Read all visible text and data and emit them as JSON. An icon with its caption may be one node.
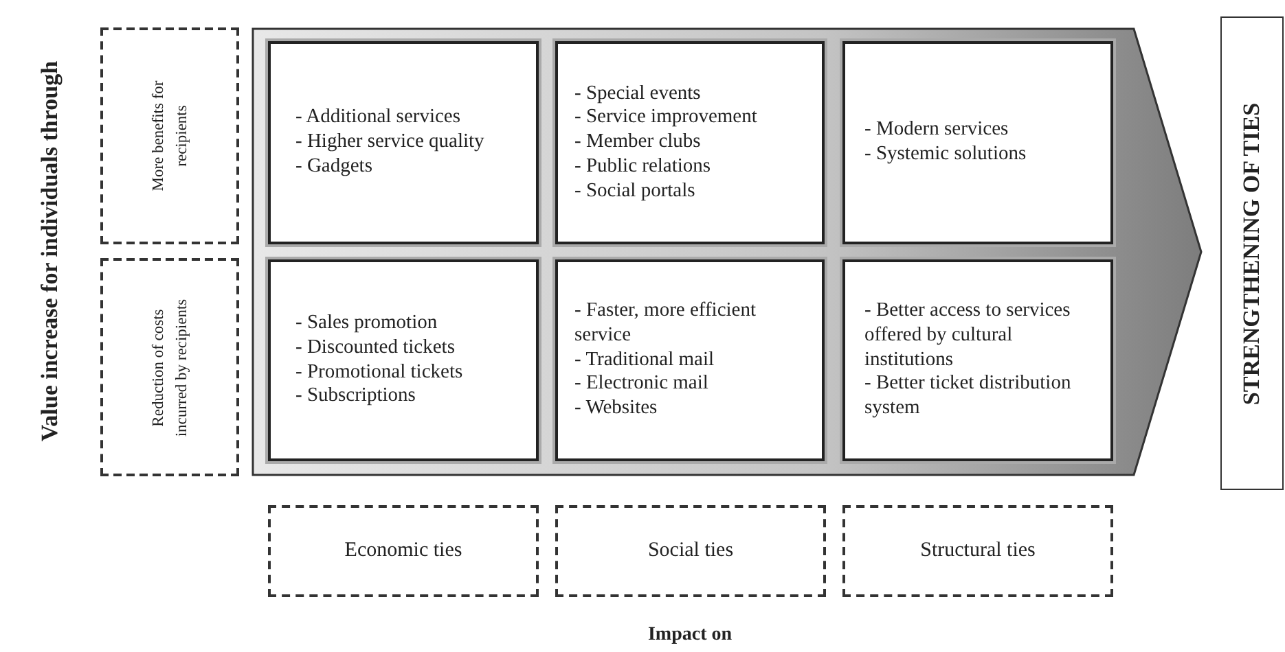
{
  "diagram": {
    "nodes": [
      {
        "text": [],
        "shape": "arrow"
      },
      {
        "text": [
          "- Additional services",
          "- Higher service quality",
          "- Gadgets"
        ],
        "in": 0
      },
      {
        "text": [
          "- Special events",
          "- Service improvement",
          "- Member clubs",
          "- Public relations",
          "- Social portals"
        ],
        "in": 0
      },
      {
        "text": [
          "- Modern services",
          "- Systemic solutions"
        ],
        "in": 0
      },
      {
        "text": [
          "- Sales promotion",
          "- Discounted tickets",
          "- Promotional tickets",
          "- Subscriptions"
        ],
        "in": 0
      },
      {
        "text": [
          "- Faster, more efficient service",
          "- Traditional mail",
          "- Electronic mail",
          "- Websites"
        ],
        "in": 0
      },
      {
        "text": [
          "- Better access to services offered by cultural institutions",
          "- Better ticket distribution system"
        ],
        "in": 0
      },
      {
        "text": [
          "More benefits for recipients"
        ]
      },
      {
        "text": [
          "Reduction of costs incurred by recipients"
        ]
      },
      {
        "text": [
          "STRENGTHENING OF TIES"
        ]
      },
      {
        "text": [
          "Economic ties"
        ]
      },
      {
        "text": [
          "Social ties"
        ]
      },
      {
        "text": [
          "Structural ties"
        ]
      }
    ],
    "labels": [
      "Value increase for individuals through",
      "Impact on"
    ]
  }
}
